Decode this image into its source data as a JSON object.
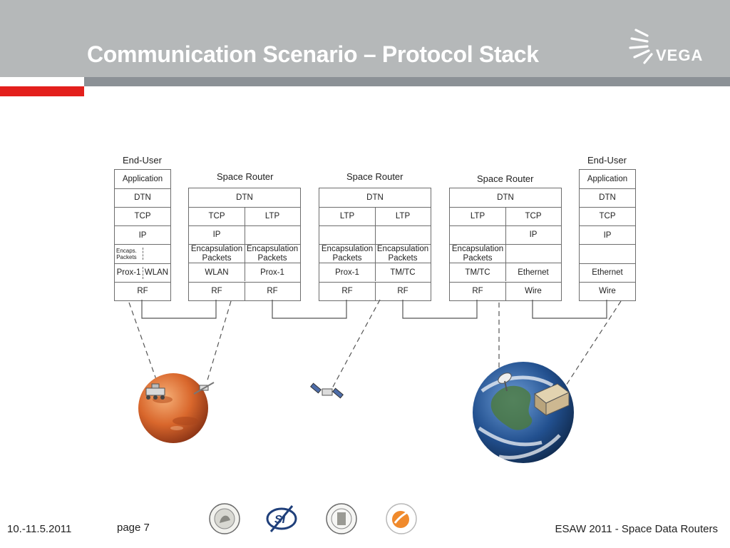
{
  "header": {
    "title": "Communication Scenario – Protocol Stack",
    "logo_text": "VEGA"
  },
  "diagram": {
    "nodes": [
      {
        "title": "End-User",
        "layers": [
          {
            "cells": [
              "Application"
            ]
          },
          {
            "cells": [
              "DTN"
            ]
          },
          {
            "cells": [
              "TCP"
            ]
          },
          {
            "cells": [
              "IP"
            ]
          },
          {
            "cells": [
              "Encaps.\nPackets",
              ""
            ],
            "small": true
          },
          {
            "cells": [
              "Prox-1",
              "WLAN"
            ]
          },
          {
            "cells": [
              "RF"
            ]
          }
        ]
      },
      {
        "title": "Space Router",
        "layers": [
          {
            "cells": [
              "DTN"
            ]
          },
          {
            "cells": [
              "TCP",
              "LTP"
            ]
          },
          {
            "cells": [
              "IP",
              ""
            ]
          },
          {
            "cells": [
              "Encapsulation\nPackets",
              "Encapsulation\nPackets"
            ]
          },
          {
            "cells": [
              "WLAN",
              "Prox-1"
            ]
          },
          {
            "cells": [
              "RF",
              "RF"
            ]
          }
        ]
      },
      {
        "title": "Space Router",
        "layers": [
          {
            "cells": [
              "DTN"
            ]
          },
          {
            "cells": [
              "LTP",
              "LTP"
            ]
          },
          {
            "cells": [
              "",
              ""
            ]
          },
          {
            "cells": [
              "Encapsulation\nPackets",
              "Encapsulation\nPackets"
            ]
          },
          {
            "cells": [
              "Prox-1",
              "TM/TC"
            ]
          },
          {
            "cells": [
              "RF",
              "RF"
            ]
          }
        ]
      },
      {
        "title": "Space Router",
        "layers": [
          {
            "cells": [
              "DTN"
            ]
          },
          {
            "cells": [
              "LTP",
              "TCP"
            ]
          },
          {
            "cells": [
              "",
              "IP"
            ]
          },
          {
            "cells": [
              "Encapsulation\nPackets",
              ""
            ]
          },
          {
            "cells": [
              "TM/TC",
              "Ethernet"
            ]
          },
          {
            "cells": [
              "RF",
              "Wire"
            ]
          }
        ]
      },
      {
        "title": "End-User",
        "layers": [
          {
            "cells": [
              "Application"
            ]
          },
          {
            "cells": [
              "DTN"
            ]
          },
          {
            "cells": [
              "TCP"
            ]
          },
          {
            "cells": [
              "IP"
            ]
          },
          {
            "cells": [
              ""
            ]
          },
          {
            "cells": [
              "Ethernet"
            ]
          },
          {
            "cells": [
              "Wire"
            ]
          }
        ]
      }
    ],
    "images": [
      "mars-planet",
      "rover",
      "orbiter",
      "relay-satellite",
      "earth-planet",
      "ground-station"
    ]
  },
  "footer": {
    "date": "10.-11.5.2011",
    "page": "page 7",
    "event": "ESAW 2011 - Space Data Routers",
    "partner_logos": [
      "seal-logo-1",
      "si-logo",
      "seal-logo-2",
      "university-logo"
    ]
  },
  "colors": {
    "header_gray": "#b5b8b9",
    "bar_dark": "#8c9196",
    "accent_red": "#e3201c"
  }
}
